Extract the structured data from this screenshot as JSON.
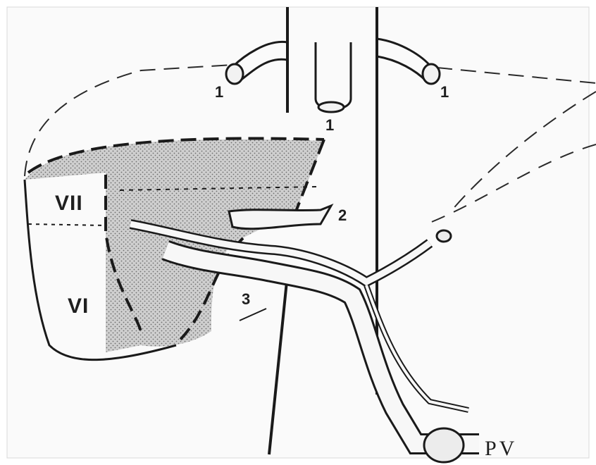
{
  "figure": {
    "segment_labels": {
      "seg_vii": "VII",
      "seg_vi": "VI"
    },
    "numbered_labels": {
      "ligation_left": "1",
      "ligation_center": "1",
      "ligation_right": "1",
      "vessel_2": "2",
      "vessel_3": "3"
    },
    "vessel_label": "PV"
  }
}
